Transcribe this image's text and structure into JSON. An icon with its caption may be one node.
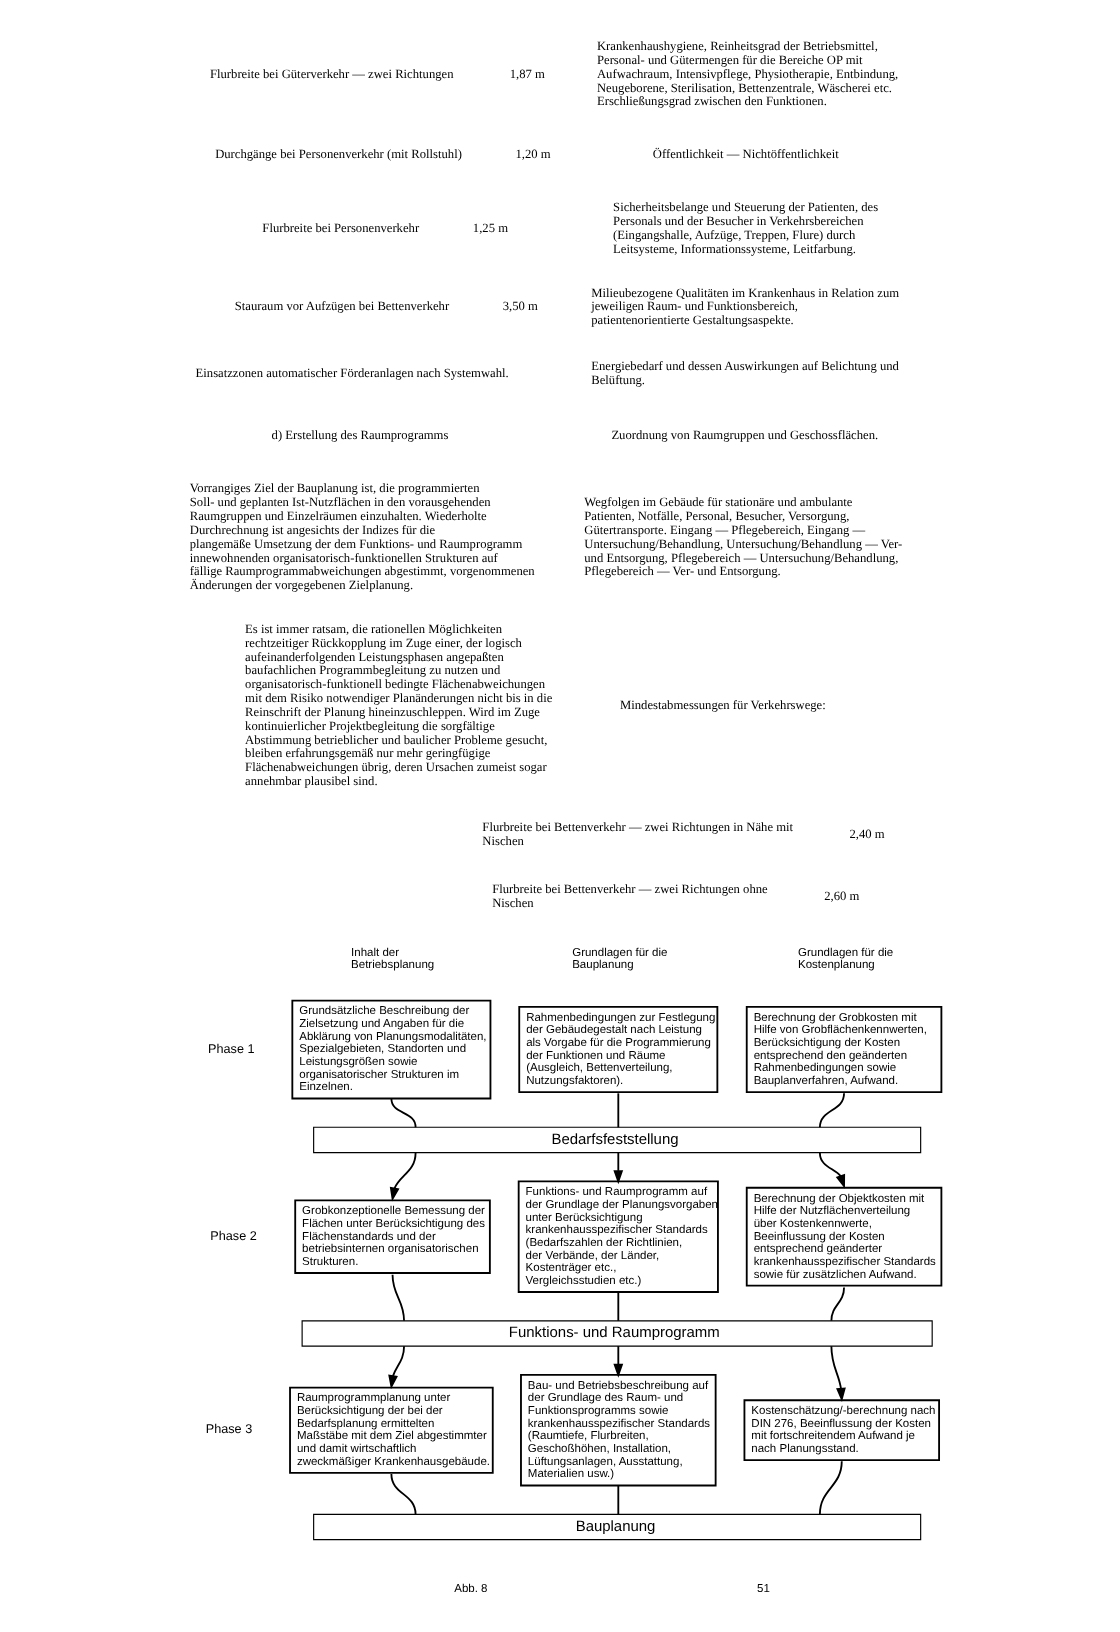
{
  "diagram": {
    "nodes": [
      {
        "text": [
          "Grundsätzliche Beschreibung der Zielsetzung und Angaben für die Abklärung von Planungsmodalitäten, Spezialgebieten, Standorten und Leistungsgrößen sowie organisatorischer Strukturen im Einzelnen."
        ]
      },
      {
        "text": [
          "Rahmenbedingungen zur Festlegung der Gebäudegestalt nach Leistung als Vorgabe für die Programmierung der Funktionen und Räume (Ausgleich, Bettenverteilung, Nutzungsfaktoren)."
        ]
      },
      {
        "text": [
          "Berechnung der Grobkosten mit Hilfe von Grobflächenkennwerten, Berücksichtigung der Kosten entsprechend den geänderten Rahmenbedingungen sowie Bauplanverfahren, Aufwand."
        ]
      },
      {
        "text": [
          "Bedarfsfeststellung"
        ]
      },
      {
        "text": [
          "Grobkonzeptionelle Bemessung der Flächen unter Berücksichtigung des Flächenstandards und der betriebsinternen organisatorischen Strukturen."
        ]
      },
      {
        "text": [
          "Funktions- und Raumprogramm auf der Grundlage der Planungsvorgaben unter Berücksichtigung krankenhausspezifischer Standards (Bedarfszahlen der Richtlinien, der Verbände, der Länder, Kostenträger etc., Vergleichsstudien etc.)"
        ]
      },
      {
        "text": [
          "Berechnung der Objektkosten mit Hilfe der Nutzflächenverteilung über Kostenkennwerte, Beeinflussung der Kosten entsprechend geänderter krankenhausspezifischer Standards sowie für zusätzlichen Aufwand."
        ]
      },
      {
        "text": [
          "Funktions- und Raumprogramm"
        ]
      },
      {
        "text": [
          "Raumprogrammplanung unter Berücksichtigung der bei der Bedarfsplanung ermittelten Maßstäbe mit dem Ziel abgestimmter und damit wirtschaftlich zweckmäßiger Krankenhausgebäude."
        ]
      },
      {
        "text": [
          "Bau- und Betriebsbeschreibung auf der Grundlage des Raum- und Funktionsprogramms sowie krankenhausspezifischer Standards (Raumtiefe, Flurbreiten, Geschoßhöhen, Installation, Lüftungsanlagen, Ausstattung, Materialien usw.)"
        ]
      },
      {
        "text": [
          "Kostenschätzung/-berechnung nach DIN 276, Beeinflussung der Kosten mit fortschreitendem Aufwand je nach Planungsstand."
        ]
      },
      {
        "text": [
          "Bauplanung"
        ]
      }
    ],
    "edges": [
      {
        "from": 0,
        "to": 3,
        "arrow": "none"
      },
      {
        "from": 1,
        "to": 3,
        "arrow": "none"
      },
      {
        "from": 2,
        "to": 3,
        "arrow": "none"
      },
      {
        "from": 3,
        "to": 4,
        "arrow": "to"
      },
      {
        "from": 3,
        "to": 5,
        "arrow": "to"
      },
      {
        "from": 3,
        "to": 6,
        "arrow": "to"
      },
      {
        "from": 4,
        "to": 7,
        "arrow": "none"
      },
      {
        "from": 5,
        "to": 7,
        "arrow": "none"
      },
      {
        "from": 6,
        "to": 7,
        "arrow": "none"
      },
      {
        "from": 7,
        "to": 8,
        "arrow": "to"
      },
      {
        "from": 7,
        "to": 9,
        "arrow": "to"
      },
      {
        "from": 7,
        "to": 10,
        "arrow": "to"
      },
      {
        "from": 8,
        "to": 11,
        "arrow": "none"
      },
      {
        "from": 9,
        "to": 11,
        "arrow": "none"
      },
      {
        "from": 10,
        "to": 11,
        "arrow": "none"
      }
    ],
    "labels": [
      "Krankenhaushygiene, Reinheitsgrad der Betriebsmittel, Personal- und Gütermengen für die Bereiche OP mit Aufwachraum, Intensivpflege, Physiotherapie, Entbindung, Neugeborene, Sterilisation, Bettenzentrale, Wäscherei etc. Erschließungsgrad zwischen den Funktionen.",
      "Öffentlichkeit — Nichtöffentlichkeit",
      "Sicherheitsbelange und Steuerung der Patienten, des Personals und der Besucher in Verkehrsbereichen (Eingangshalle, Aufzüge, Treppen, Flure) durch Leitsysteme, Informationssysteme, Leitfarbung.",
      "Milieubezogene Qualitäten im Krankenhaus in Relation zum jeweiligen Raum- und Funktionsbereich, patientenorientierte Gestaltungsaspekte.",
      "Energiebedarf und dessen Auswirkungen auf Belichtung und Belüftung.",
      "Zuordnung von Raumgruppen und Geschossflächen.",
      "Wegfolgen im Gebäude für stationäre und ambulante Patienten, Notfälle, Personal, Besucher, Versorgung, Gütertransporte. Eingang — Pflegebereich, Eingang — Untersuchung/Behandlung, Untersuchung/Behandlung — Ver- und Entsorgung, Pflegebereich — Untersuchung/Behandlung, Pflegebereich — Ver- und Entsorgung.",
      "Mindestabmessungen für Verkehrswege:",
      "Flurbreite bei Bettenverkehr — zwei Richtungen in Nähe mit Nischen",
      "2,40 m",
      "Flurbreite bei Bettenverkehr — zwei Richtungen ohne Nischen",
      "2,60 m",
      "Flurbreite bei Güterverkehr — zwei Richtungen",
      "1,87 m",
      "Durchgänge bei Personenverkehr (mit Rollstuhl)",
      "1,20 m",
      "Flurbreite bei Personenverkehr",
      "1,25 m",
      "Stauraum vor Aufzügen bei Bettenverkehr",
      "3,50 m",
      "Einsatzzonen automatischer Förderanlagen nach Systemwahl.",
      "d) Erstellung des Raumprogramms",
      "Vorrangiges Ziel der Bauplanung ist, die programmierten Soll- und geplanten Ist-Nutzflächen in den vorausgehenden Raumgruppen und Einzelräumen einzuhalten. Wiederholte Durchrechnung ist angesichts der Indizes für die plangemäße Umsetzung der dem Funktions- und Raumprogramm innewohnenden organisatorisch-funktionellen Strukturen auf fällige Raumprogrammabweichungen abgestimmt, vorgenommenen Änderungen der vorgegebenen Zielplanung.",
      "Es ist immer ratsam, die rationellen Möglichkeiten rechtzeitiger Rückkopplung im Zuge einer, der logisch aufeinanderfolgenden Leistungsphasen angepaßten baufachlichen Programmbegleitung zu nutzen und organisatorisch-funktionell bedingte Flächenabweichungen mit dem Risiko notwendiger Planänderungen nicht bis in die Reinschrift der Planung hineinzuschleppen. Wird im Zuge kontinuierlicher Projektbegleitung die sorgfältige Abstimmung betrieblicher und baulicher Probleme gesucht, bleiben erfahrungsgemäß nur mehr geringfügige Flächenabweichungen übrig, deren Ursachen zumeist sogar annehmbar plausibel sind.",
      "Inhalt der Betriebsplanung",
      "Grundlagen für die Bauplanung",
      "Grundlagen für die Kostenplanung",
      "Phase 1",
      "Phase 2",
      "Phase 3",
      "Abb. 8",
      "51"
    ]
  }
}
